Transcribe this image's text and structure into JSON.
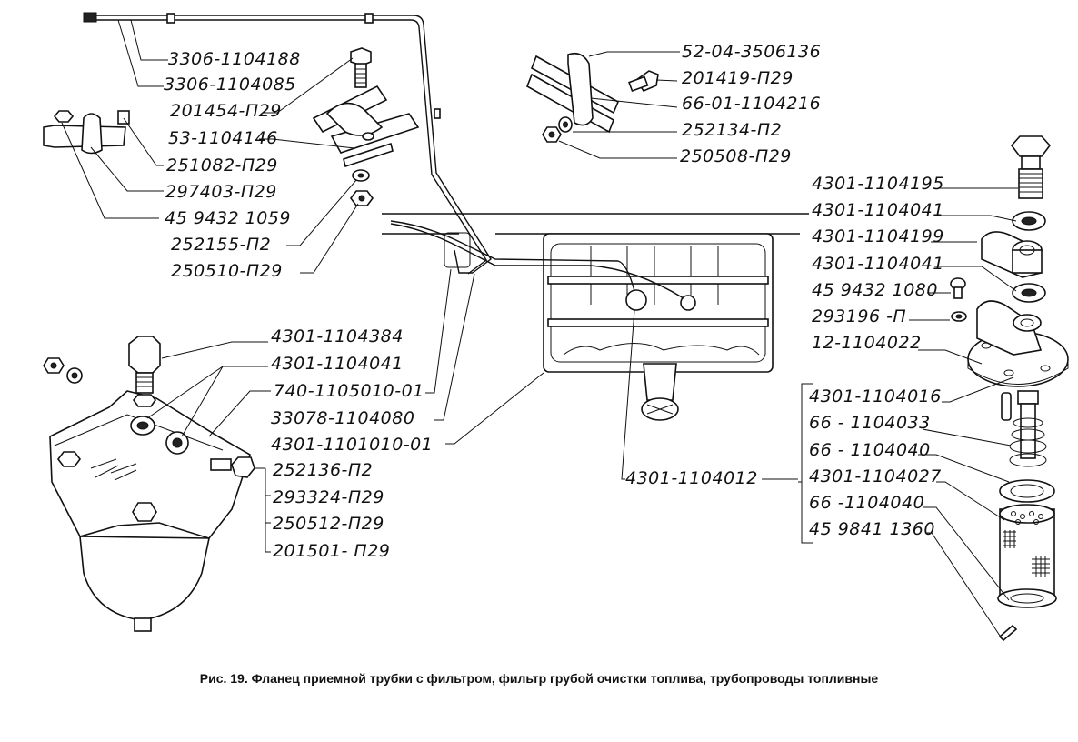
{
  "figure": {
    "caption": "Рис. 19. Фланец приемной трубки с фильтром, фильтр грубой очистки топлива, трубопроводы топливные"
  },
  "labels": {
    "pipe_top": [
      {
        "id": "l1",
        "text": "3306-1104188"
      },
      {
        "id": "l2",
        "text": "3306-1104085"
      }
    ],
    "clamp_left": [
      {
        "id": "l3",
        "text": "201454-П29"
      },
      {
        "id": "l4",
        "text": "53-1104146"
      },
      {
        "id": "l5",
        "text": "251082-П29"
      },
      {
        "id": "l6",
        "text": "297403-П29"
      },
      {
        "id": "l7",
        "text": "45 9432 1059"
      },
      {
        "id": "l8",
        "text": "252155-П2"
      },
      {
        "id": "l9",
        "text": "250510-П29"
      }
    ],
    "clamp_top_right": [
      {
        "id": "l10",
        "text": "52-04-3506136"
      },
      {
        "id": "l11",
        "text": "201419-П29"
      },
      {
        "id": "l12",
        "text": "66-01-1104216"
      },
      {
        "id": "l13",
        "text": "252134-П2"
      },
      {
        "id": "l14",
        "text": "250508-П29"
      }
    ],
    "filter_coarse": [
      {
        "id": "l15",
        "text": "4301-1104384"
      },
      {
        "id": "l16",
        "text": "4301-1104041"
      },
      {
        "id": "l17",
        "text": "740-1105010-01"
      },
      {
        "id": "l18",
        "text": "33078-1104080"
      },
      {
        "id": "l19",
        "text": "4301-1101010-01"
      }
    ],
    "filter_bolt_group": [
      {
        "id": "l20",
        "text": "252136-П2"
      },
      {
        "id": "l21",
        "text": "293324-П29"
      },
      {
        "id": "l22",
        "text": "250512-П29"
      },
      {
        "id": "l23",
        "text": "201501- П29"
      }
    ],
    "tank": [
      {
        "id": "l24",
        "text": "4301-1104012"
      }
    ],
    "intake_flange_upper": [
      {
        "id": "l25",
        "text": "4301-1104195"
      },
      {
        "id": "l26",
        "text": "4301-1104041"
      },
      {
        "id": "l27",
        "text": "4301-1104199"
      },
      {
        "id": "l28",
        "text": "4301-1104041"
      },
      {
        "id": "l29",
        "text": "45 9432 1080"
      },
      {
        "id": "l30",
        "text": "293196 -П"
      },
      {
        "id": "l31",
        "text": "12-1104022"
      }
    ],
    "intake_flange_lower": [
      {
        "id": "l32",
        "text": "4301-1104016"
      },
      {
        "id": "l33",
        "text": "66 - 1104033"
      },
      {
        "id": "l34",
        "text": "66 - 1104040"
      },
      {
        "id": "l35",
        "text": "4301-1104027"
      },
      {
        "id": "l36",
        "text": "66 -1104040"
      },
      {
        "id": "l37",
        "text": "45 9841 1360"
      }
    ]
  }
}
